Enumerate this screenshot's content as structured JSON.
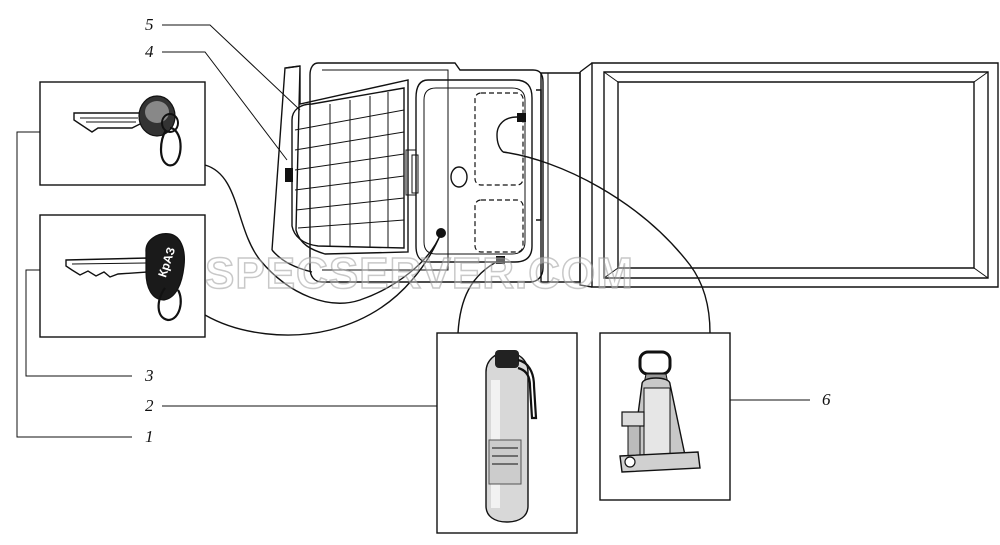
{
  "callouts": {
    "c1": "1",
    "c2": "2",
    "c3": "3",
    "c4": "4",
    "c5": "5",
    "c6": "6"
  },
  "watermark": "SPECSERVER.COM"
}
